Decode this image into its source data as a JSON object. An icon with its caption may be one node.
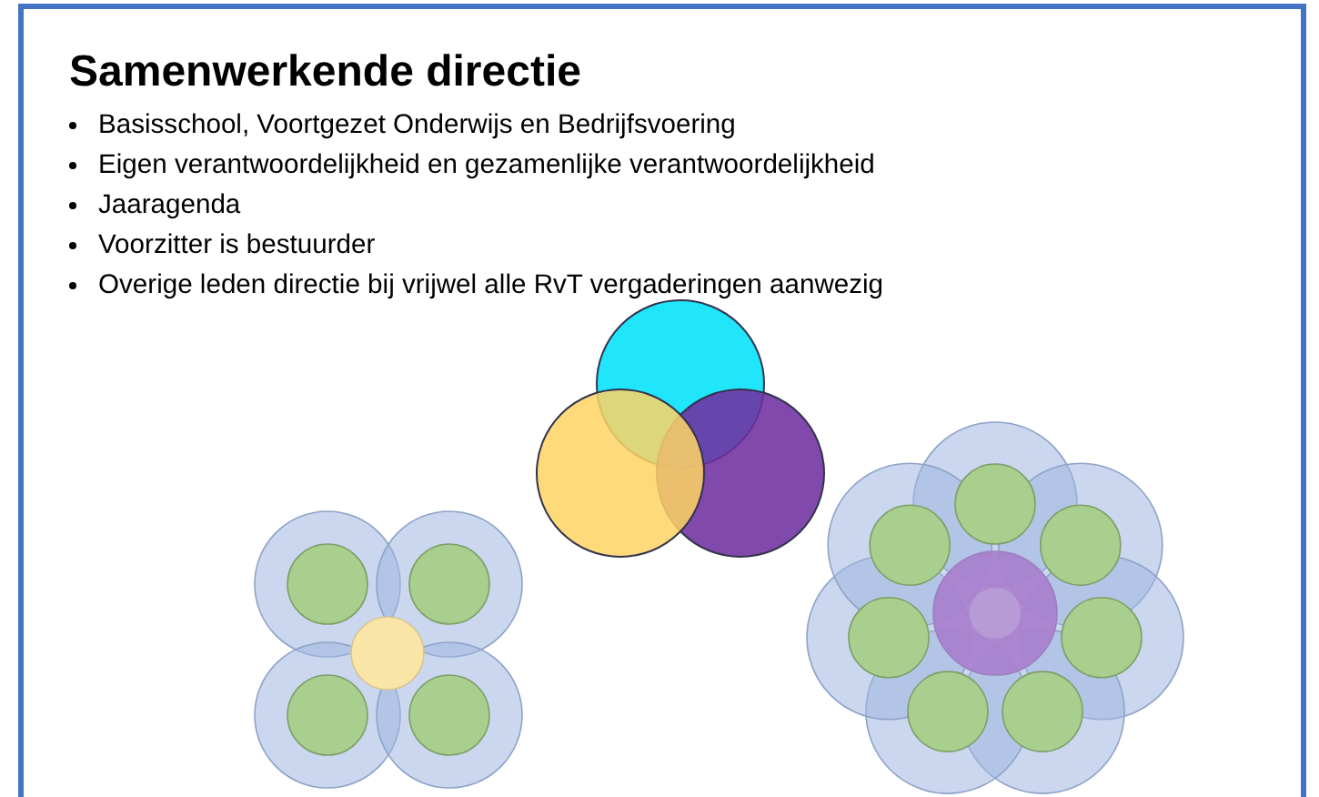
{
  "diagram": {
    "title": "Samenwerkende directie",
    "labels": [
      "Basisschool, Voortgezet Onderwijs en Bedrijfsvoering",
      "Eigen verantwoordelijkheid en gezamenlijke verantwoordelijkheid",
      "Jaaragenda",
      "Voorzitter is bestuurder",
      "Overige leden directie bij vrijwel alle RvT vergaderingen aanwezig"
    ]
  }
}
